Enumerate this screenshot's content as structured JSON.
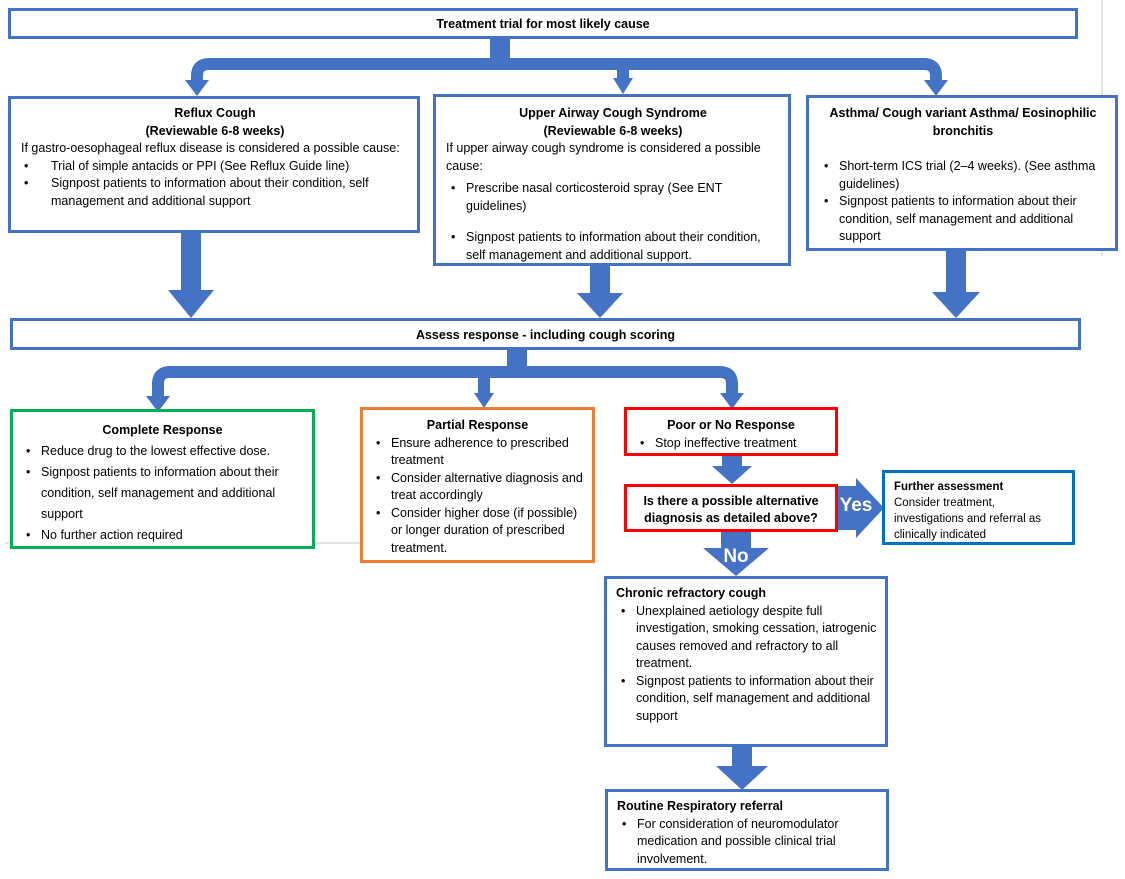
{
  "colors": {
    "arrow": "#4472C4",
    "box_border": "#4472C4",
    "complete_border": "#00B050",
    "partial_border": "#ED7D31",
    "poor_border": "#FF0000",
    "further_border": "#0070C0"
  },
  "top": {
    "title": "Treatment trial for most likely cause"
  },
  "reflux": {
    "title": "Reflux Cough",
    "subtitle": "(Reviewable 6-8 weeks)",
    "intro": "If gastro-oesophageal reflux disease is considered a possible cause:",
    "items": [
      "Trial of simple antacids or PPI (See Reflux Guide line)",
      "Signpost patients to information about their condition, self management and additional support"
    ]
  },
  "uacs": {
    "title": "Upper Airway Cough Syndrome",
    "subtitle": "(Reviewable 6-8 weeks)",
    "intro": "If upper airway cough syndrome is considered a possible cause:",
    "items": [
      "Prescribe nasal corticosteroid spray (See ENT guidelines)",
      "Signpost patients to information about their condition, self management and additional support."
    ]
  },
  "asthma": {
    "title": "Asthma/ Cough variant Asthma/ Eosinophilic bronchitis",
    "items": [
      "Short-term ICS trial (2–4 weeks). (See asthma guidelines)",
      "Signpost patients to information about their condition, self management and additional support"
    ]
  },
  "assess": {
    "title": "Assess response - including cough scoring"
  },
  "complete": {
    "title": "Complete Response",
    "items": [
      "Reduce drug to the lowest effective dose.",
      "Signpost patients to information about their condition, self management and additional support",
      "No further action required"
    ]
  },
  "partial": {
    "title": "Partial Response",
    "items": [
      "Ensure adherence to prescribed treatment",
      "Consider alternative diagnosis and treat accordingly",
      "Consider higher dose (if possible) or longer duration of prescribed treatment."
    ]
  },
  "poor": {
    "title": "Poor or No Response",
    "items": [
      "Stop ineffective treatment"
    ]
  },
  "question": {
    "title": "Is there a possible alternative diagnosis as detailed above?"
  },
  "yes_label": "Yes",
  "no_label": "No",
  "further": {
    "title": "Further assessment",
    "body": "Consider treatment, investigations and referral as clinically indicated"
  },
  "chronic": {
    "title": "Chronic refractory cough",
    "items": [
      "Unexplained aetiology despite full investigation, smoking cessation, iatrogenic causes removed and refractory to all treatment.",
      "Signpost patients to information about their condition, self management and additional support"
    ]
  },
  "referral": {
    "title": "Routine Respiratory referral",
    "items": [
      "For consideration of neuromodulator medication and possible clinical trial involvement."
    ]
  }
}
